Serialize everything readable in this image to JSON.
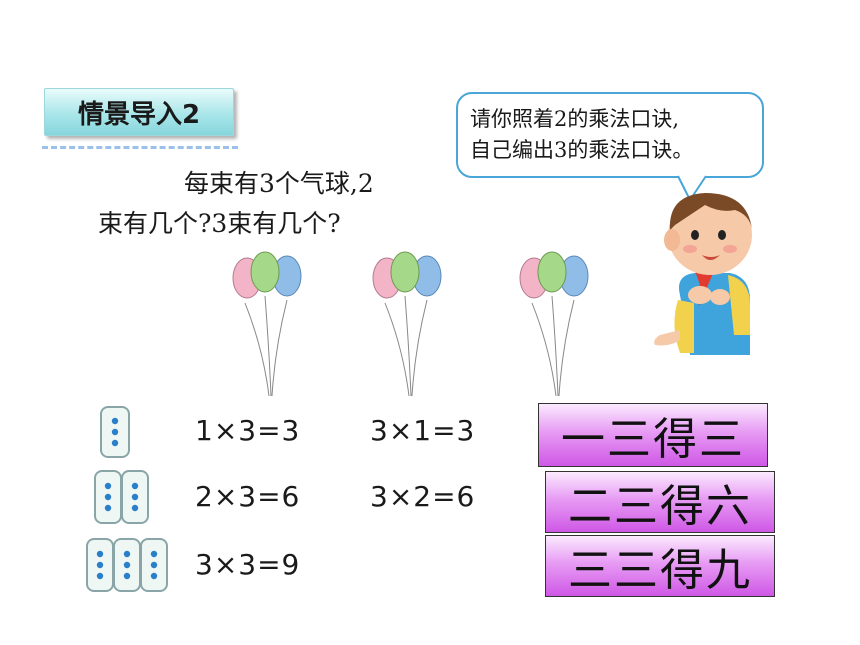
{
  "header": {
    "title": "情景导入2"
  },
  "question": {
    "line1": "每束有3个气球,2",
    "line2": "束有几个?3束有几个?"
  },
  "speech_bubble": {
    "line1": "请你照着2的乘法口诀,",
    "line2": "自己编出3的乘法口诀。"
  },
  "equations": {
    "row1": {
      "left": "1×3=3",
      "right": "3×1=3"
    },
    "row2": {
      "left": "2×3=6",
      "right": "3×2=6"
    },
    "row3": {
      "left": "3×3=9"
    }
  },
  "rhymes": [
    "一三得三",
    "二三得六",
    "三三得九"
  ],
  "colors": {
    "balloon_pink": "#f4b4c8",
    "balloon_green": "#a6d889",
    "balloon_blue": "#8fbde8",
    "dot": "#2a7fc9",
    "rhyme_fill": "#d66ce8"
  }
}
